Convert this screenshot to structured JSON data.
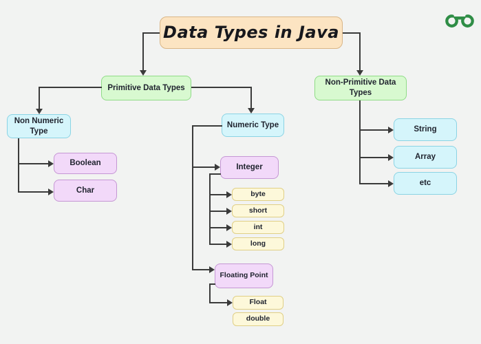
{
  "diagram": {
    "title": "Data Types in Java",
    "nodes": {
      "primitive": {
        "label": "Primitive Data Types"
      },
      "nonprimitive": {
        "label": "Non-Primitive Data Types"
      },
      "nonnumeric": {
        "label": "Non Numeric Type"
      },
      "numeric": {
        "label": "Numeric Type"
      },
      "boolean": {
        "label": "Boolean"
      },
      "char": {
        "label": "Char"
      },
      "integer": {
        "label": "Integer"
      },
      "byte": {
        "label": "byte"
      },
      "short": {
        "label": "short"
      },
      "int": {
        "label": "int"
      },
      "long": {
        "label": "long"
      },
      "floating": {
        "label": "Floating Point"
      },
      "float": {
        "label": "Float"
      },
      "double": {
        "label": "double"
      },
      "string": {
        "label": "String"
      },
      "array": {
        "label": "Array"
      },
      "etc": {
        "label": "etc"
      }
    },
    "edges": [
      [
        "title",
        "primitive"
      ],
      [
        "title",
        "nonprimitive"
      ],
      [
        "primitive",
        "nonnumeric"
      ],
      [
        "primitive",
        "numeric"
      ],
      [
        "nonnumeric",
        "boolean"
      ],
      [
        "nonnumeric",
        "char"
      ],
      [
        "numeric",
        "integer"
      ],
      [
        "numeric",
        "floating"
      ],
      [
        "integer",
        "byte"
      ],
      [
        "integer",
        "short"
      ],
      [
        "integer",
        "int"
      ],
      [
        "integer",
        "long"
      ],
      [
        "floating",
        "float"
      ],
      [
        "nonprimitive",
        "string"
      ],
      [
        "nonprimitive",
        "array"
      ],
      [
        "nonprimitive",
        "etc"
      ]
    ],
    "logo": {
      "name": "geeksforgeeks-logo",
      "color": "#2f8d46"
    }
  },
  "palette": {
    "bg": "#f2f3f2",
    "line": "#3a3a3a",
    "text": "#20242f",
    "peach-fill": "#fce4c2",
    "peach-border": "#d9b586",
    "green-fill": "#d8f9d0",
    "green-border": "#8fdb86",
    "cyan-fill": "#d5f5fb",
    "cyan-border": "#8ad3e4",
    "purple-fill": "#f2d9f9",
    "purple-border": "#c596d4",
    "yellow-fill": "#fdf8da",
    "yellow-border": "#e0cf85"
  }
}
